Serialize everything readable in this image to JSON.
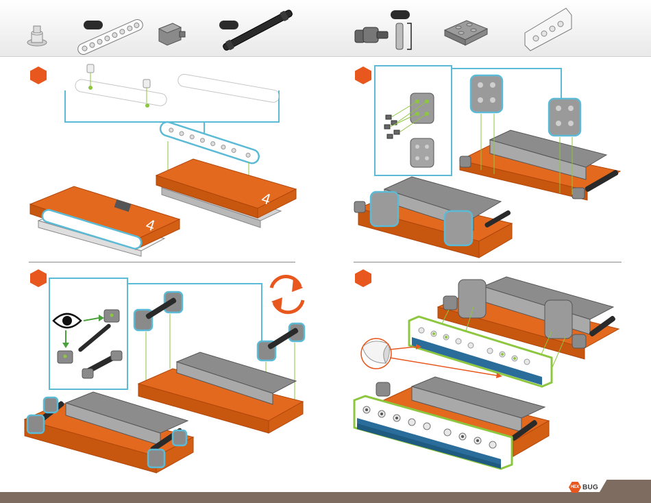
{
  "parts_bar": {
    "quantity_badges": [
      "",
      "",
      ""
    ]
  },
  "steps": [
    {
      "marker": "hexagon",
      "color": "#e8571d"
    },
    {
      "marker": "hexagon",
      "color": "#e8571d"
    },
    {
      "marker": "hexagon",
      "color": "#e8571d"
    },
    {
      "marker": "hexagon",
      "color": "#e8571d"
    }
  ],
  "plate_numbers": [
    "4",
    "4"
  ],
  "icons": [
    "eye-icon",
    "rotate-arrows-icon"
  ],
  "brand": {
    "hex_label": "HEX",
    "text": "BUG"
  },
  "colors": {
    "accent": "#e8571d",
    "callout": "#5bbad5",
    "highlight": "#8dc63f",
    "plate": "#e3691f",
    "footer": "#7d6c5f"
  }
}
